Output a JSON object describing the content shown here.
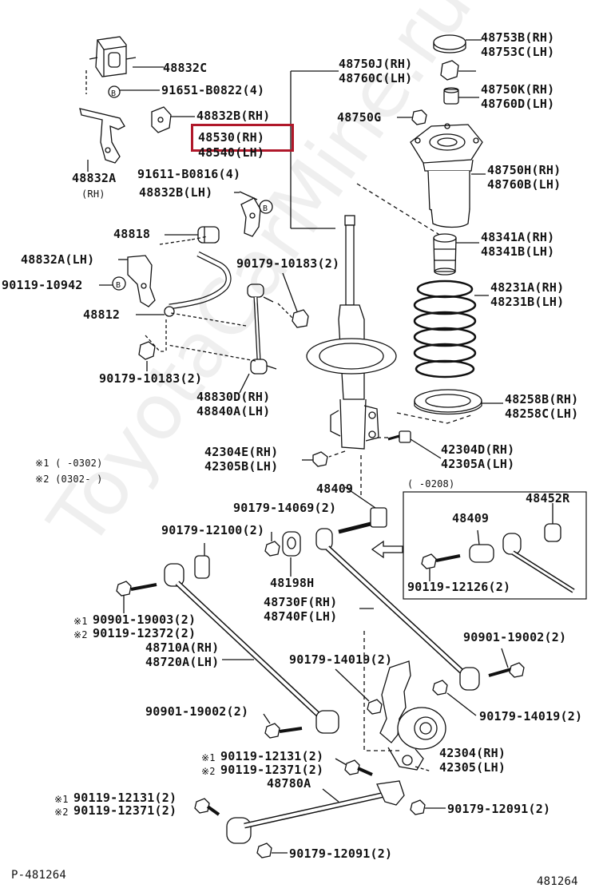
{
  "labels": {
    "p48832c": "48832C",
    "p91651": "91651-B0822(4)",
    "p48832b_rh": "48832B(RH)",
    "p48832a": "48832A",
    "p48832a_rh": "(RH)",
    "p91611": "91611-B0816(4)",
    "p48832b_lh": "48832B(LH)",
    "p48818": "48818",
    "p48832a_lh": "48832A(LH)",
    "p90119_10942": "90119-10942",
    "p48812": "48812",
    "p90179_10183_a": "90179-10183(2)",
    "p90179_10183_b": "90179-10183(2)",
    "p48830d": "48830D(RH)",
    "p48840a": "48840A(LH)",
    "p48750j": "48750J(RH)",
    "p48760c": "48760C(LH)",
    "p48530": "48530(RH)",
    "p48540": "48540(LH)",
    "p48753b": "48753B(RH)",
    "p48753c": "48753C(LH)",
    "p48750k": "48750K(RH)",
    "p48760d": "48760D(LH)",
    "p48750g": "48750G",
    "p48750h": "48750H(RH)",
    "p48760b": "48760B(LH)",
    "p48341a": "48341A(RH)",
    "p48341b": "48341B(LH)",
    "p48231a": "48231A(RH)",
    "p48231b": "48231B(LH)",
    "p48258b": "48258B(RH)",
    "p48258c": "48258C(LH)",
    "p42304e": "42304E(RH)",
    "p42305b": "42305B(LH)",
    "p42304d": "42304D(RH)",
    "p42305a": "42305A(LH)",
    "note1": "※1 (     -0302)",
    "note2": "※2 (0302-      )",
    "p48409": "48409",
    "p90179_14069": "90179-14069(2)",
    "p90179_12100": "90179-12100(2)",
    "p48198h": "48198H",
    "p48730f": "48730F(RH)",
    "p48740f": "48740F(LH)",
    "p90901_19003": "90901-19003(2)",
    "p90119_12372": "90119-12372(2)",
    "mark1": "※1",
    "mark2": "※2",
    "p48710a": "48710A(RH)",
    "p48720a": "48720A(LH)",
    "p90179_14019_a": "90179-14019(2)",
    "p90901_19002_a": "90901-19002(2)",
    "p90901_19002_b": "90901-19002(2)",
    "p90179_14019_b": "90179-14019(2)",
    "p90119_12131_a": "90119-12131(2)",
    "p90119_12371_a": "90119-12371(2)",
    "p42304": "42304(RH)",
    "p42305": "42305(LH)",
    "p48780a": "48780A",
    "p90119_12131_b": "90119-12131(2)",
    "p90119_12371_b": "90119-12371(2)",
    "p90179_12091_a": "90179-12091(2)",
    "p90179_12091_b": "90179-12091(2)",
    "inset_date": "(     -0208)",
    "inset_48452r": "48452R",
    "inset_48409": "48409",
    "inset_90119": "90119-12126(2)",
    "footer_left": "P-481264",
    "footer_right": "481264"
  },
  "watermark": "ToyotaCarMine.ru",
  "highlight_color": "#b0182a"
}
